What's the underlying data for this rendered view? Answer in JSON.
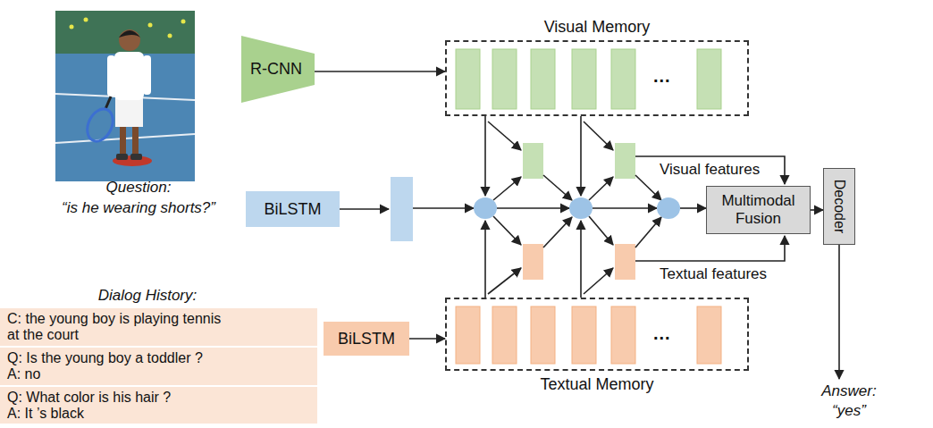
{
  "diagram": {
    "nodes": [
      {
        "text": [
          "R-CNN"
        ]
      },
      {
        "text": [
          "Visual Memory"
        ]
      },
      {
        "text": [
          "BiLSTM"
        ]
      },
      {
        "text": [
          "Multimodal Fusion"
        ]
      },
      {
        "text": [
          "Decoder"
        ]
      },
      {
        "text": [
          "C: the young boy is playing tennis at the court"
        ]
      },
      {
        "text": [
          "Q: Is the young boy a toddler ?",
          "A: no"
        ]
      },
      {
        "text": [
          "Q: What color is his hair ?",
          "A: It ’s black"
        ]
      },
      {
        "text": [
          "BiLSTM"
        ]
      },
      {
        "text": [
          "Textual Memory"
        ]
      }
    ],
    "edges": [
      {
        "from": 0,
        "to": 1,
        "arrow": "to"
      },
      {
        "from": 3,
        "to": 4,
        "arrow": "to"
      },
      {
        "from": 8,
        "to": 9,
        "arrow": "to"
      }
    ],
    "labels": [
      "Question:",
      "“is he wearing shorts?”",
      "Visual features",
      "Textual features",
      "Answer:",
      "“yes”",
      "Dialog History:",
      "...",
      "..."
    ]
  }
}
